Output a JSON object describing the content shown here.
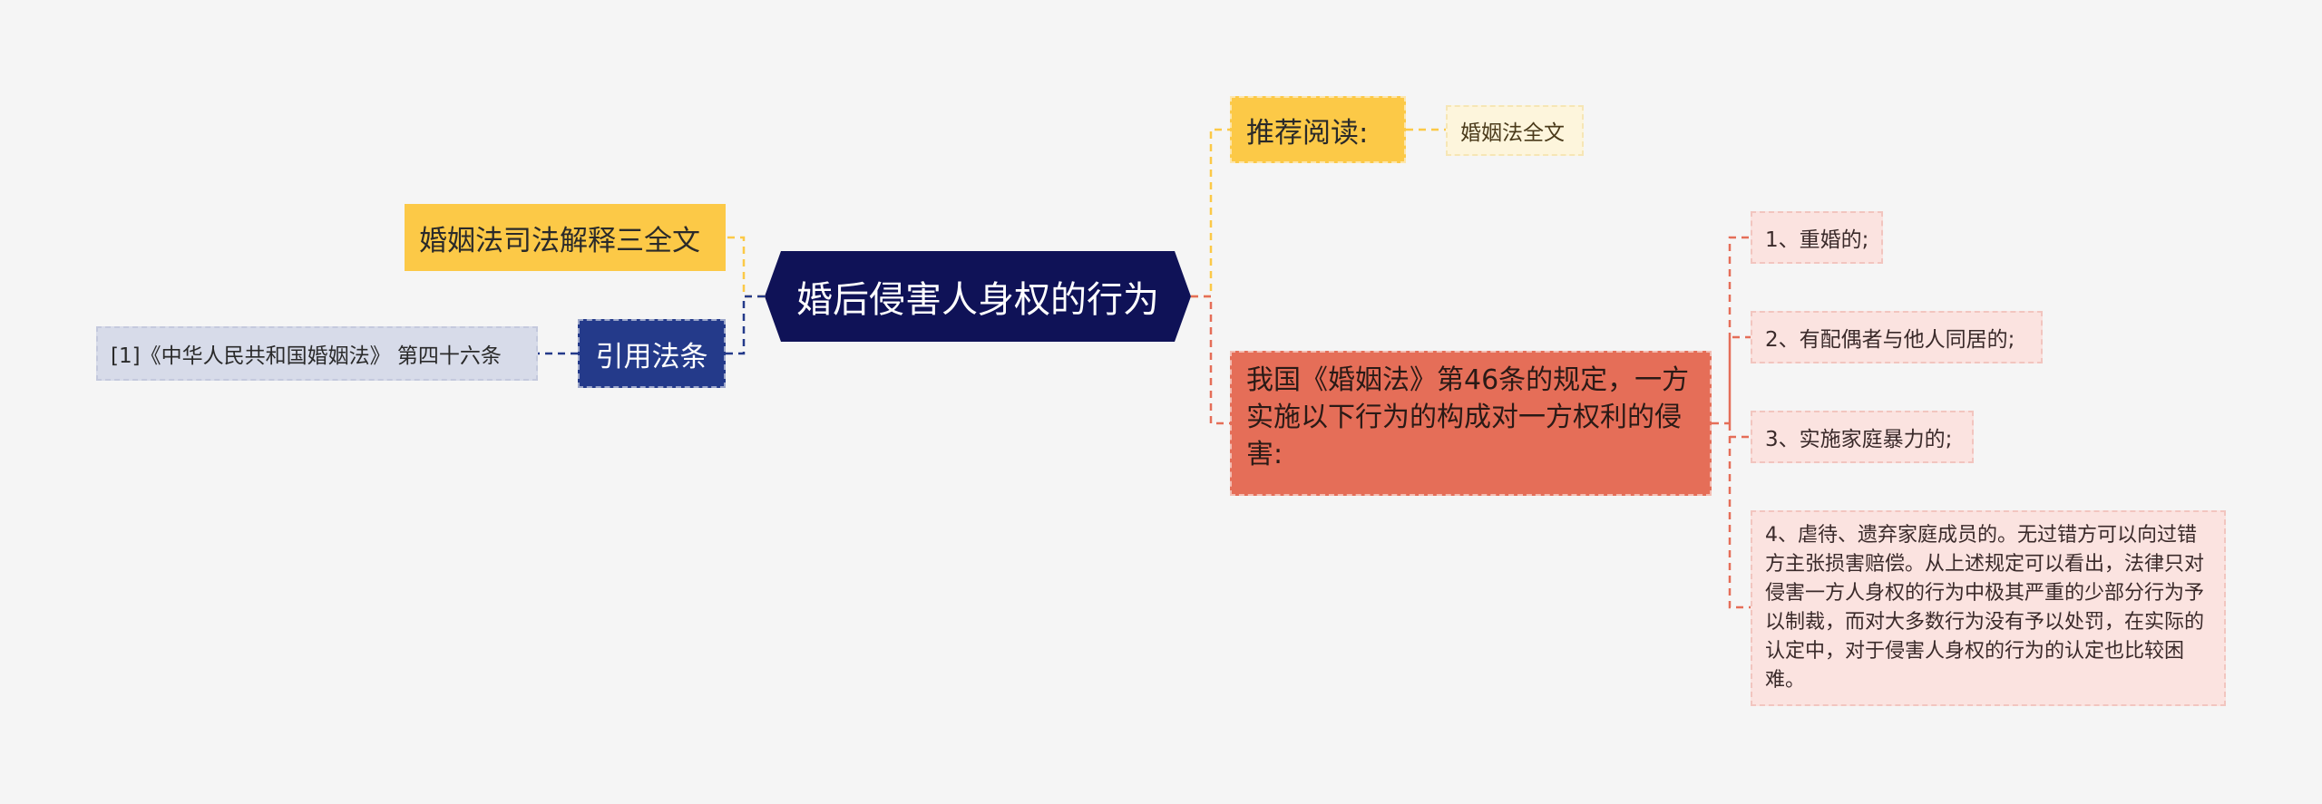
{
  "root": {
    "label": "婚后侵害人身权的行为"
  },
  "left": {
    "interpretation": {
      "label": "婚姻法司法解释三全文"
    },
    "citation": {
      "label": "引用法条",
      "child": {
        "label": "[1]《中华人民共和国婚姻法》 第四十六条"
      }
    }
  },
  "right": {
    "recommended": {
      "label": "推荐阅读:",
      "child": {
        "label": "婚姻法全文"
      }
    },
    "provision": {
      "label": "我国《婚姻法》第46条的规定，一方实施以下行为的构成对一方权利的侵害:",
      "items": [
        {
          "label": "1、重婚的;"
        },
        {
          "label": "2、有配偶者与他人同居的;"
        },
        {
          "label": "3、实施家庭暴力的;"
        },
        {
          "label": "4、虐待、遗弃家庭成员的。无过错方可以向过错方主张损害赔偿。从上述规定可以看出，法律只对侵害一方人身权的行为中极其严重的少部分行为予以制裁，而对大多数行为没有予以处罚，在实际的认定中，对于侵害人身权的行为的认定也比较困难。"
        }
      ]
    }
  },
  "colors": {
    "background": "#f5f5f5",
    "root": "#0f1257",
    "yellow": "#fcc947",
    "blue": "#243a8a",
    "red": "#e56e58",
    "pink": "#fbe3e0",
    "lavender": "#d7dbe9",
    "cream": "#fdf5dc"
  }
}
